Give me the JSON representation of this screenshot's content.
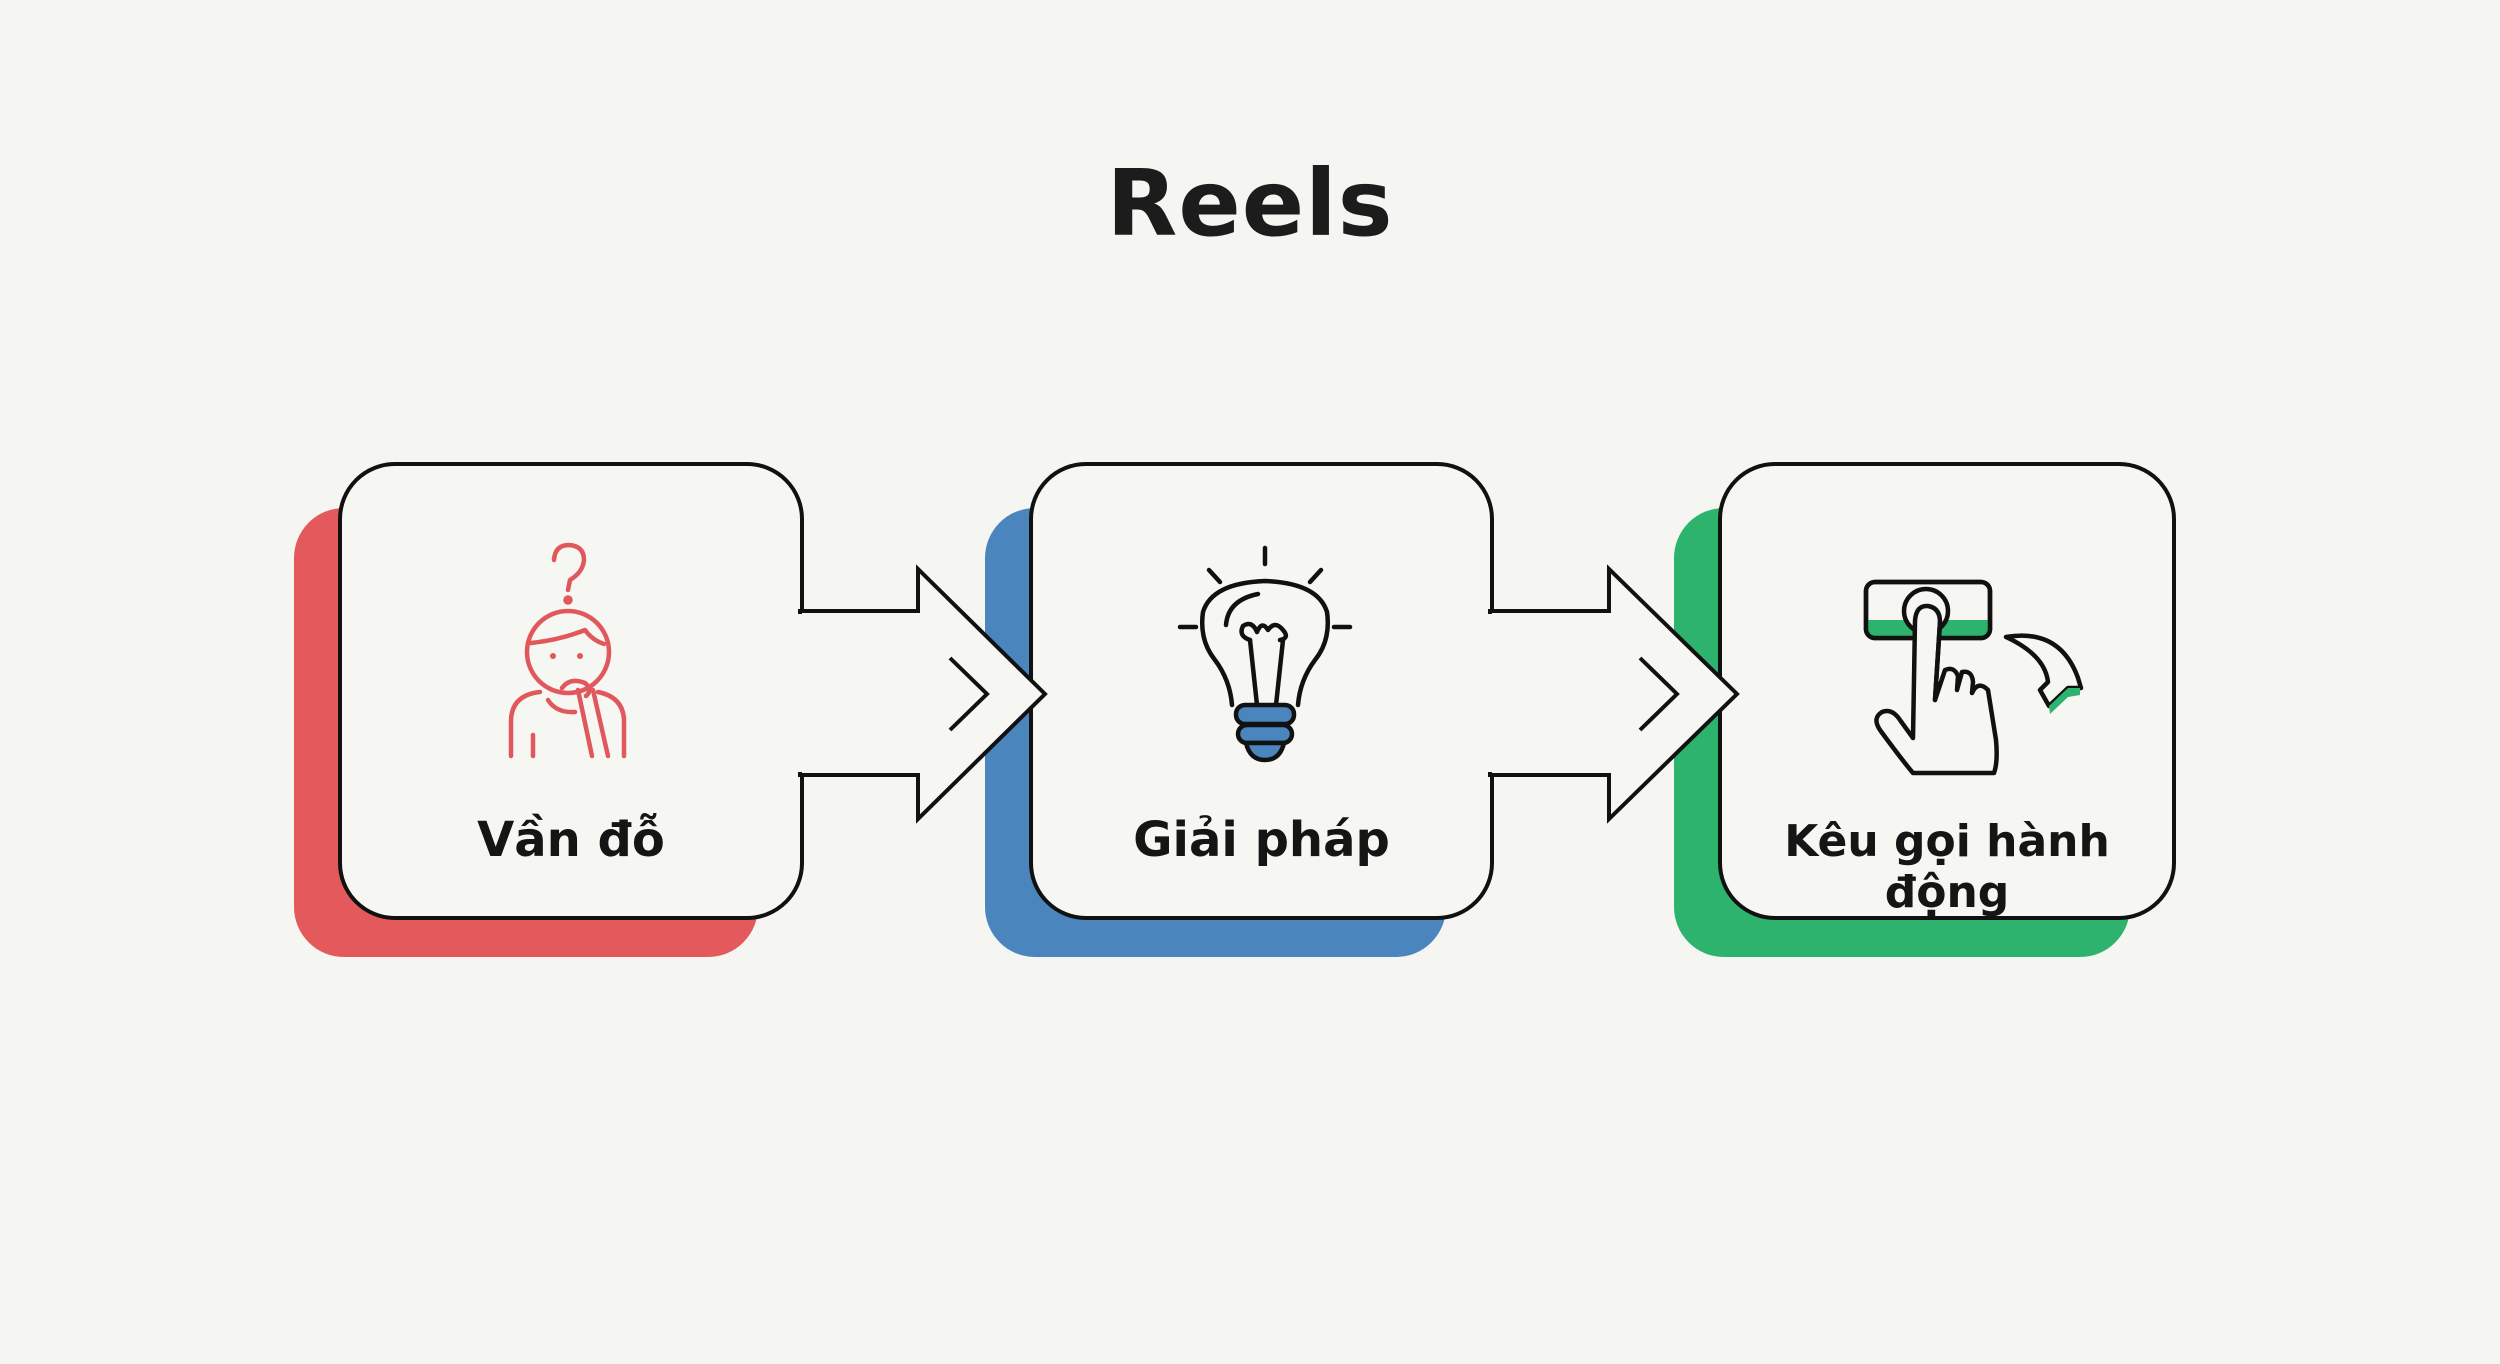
{
  "title": "Reels",
  "steps": [
    {
      "label": "Vần đỗ",
      "icon": "confused-person-icon",
      "color": "#E45A5C"
    },
    {
      "label": "Giải pháp",
      "icon": "lightbulb-icon",
      "color": "#4A85BD"
    },
    {
      "label": "Kêu gọi hành động",
      "icon": "tap-button-icon",
      "color": "#2DB36E"
    }
  ],
  "connectors": [
    "arrow-right-icon",
    "arrow-right-icon"
  ]
}
